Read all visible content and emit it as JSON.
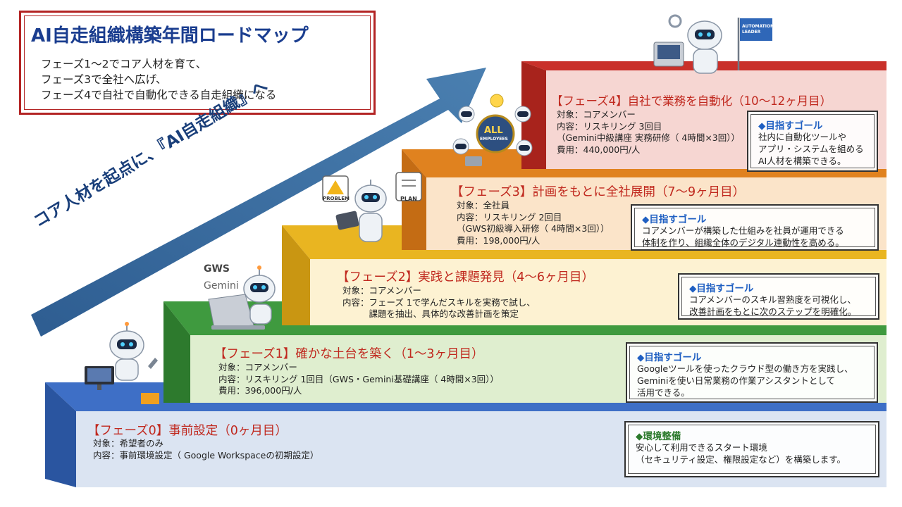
{
  "title": {
    "main": "AI自走組織構築年間ロードマップ",
    "sub": [
      "フェーズ1〜2でコア人材を育て、",
      "フェーズ3で全社へ広げ、",
      "フェーズ4で自社で自動化できる自走組織になる"
    ]
  },
  "arrow_label": "コア人材を起点に、『AI自走組織』へ",
  "phases": [
    {
      "title": "【フェーズ0】事前設定（0ヶ月目）",
      "lines": [
        "対象：希望者のみ",
        "内容：事前環境設定（ Google Workspaceの初期設定）"
      ],
      "goal_head": "◆環境整備",
      "goal_lines": [
        "安心して利用できるスタート環境",
        "（セキュリティ設定、権限設定など）を構築します。"
      ]
    },
    {
      "title": "【フェーズ1】確かな土台を築く（1〜3ヶ月目）",
      "lines": [
        "対象：コアメンバー",
        "内容：リスキリング 1回目（GWS・Gemini基礎講座（ 4時間×3回））",
        "費用：396,000円/人"
      ],
      "goal_head": "◆目指すゴール",
      "goal_lines": [
        "Googleツールを使ったクラウド型の働き方を実践し、",
        "Geminiを使い日常業務の作業アシスタントとして",
        "活用できる。"
      ]
    },
    {
      "title": "【フェーズ2】実践と課題発見（4〜6ヶ月目）",
      "lines": [
        "対象：コアメンバー",
        "内容：フェーズ 1で学んだスキルを実務で試し、",
        "　　　課題を抽出、具体的な改善計画を策定"
      ],
      "goal_head": "◆目指すゴール",
      "goal_lines": [
        "コアメンバーのスキル習熟度を可視化し、",
        "改善計画をもとに次のステップを明確化。"
      ]
    },
    {
      "title": "【フェーズ3】計画をもとに全社展開（7〜9ヶ月目）",
      "lines": [
        "対象：全社員",
        "内容：リスキリング 2回目",
        "（GWS初級導入研修（ 4時間×3回））",
        "費用：198,000円/人"
      ],
      "goal_head": "◆目指すゴール",
      "goal_lines": [
        "コアメンバーが構築した仕組みを社員が運用できる",
        "体制を作り、組織全体のデジタル連動性を高める。"
      ]
    },
    {
      "title": "【フェーズ4】自社で業務を自動化（10〜12ヶ月目）",
      "lines": [
        "対象：コアメンバー",
        "内容：リスキリング 3回目",
        "（Gemini中級講座 実務研修（ 4時間×3回））",
        "費用：440,000円/人"
      ],
      "goal_head": "◆目指すゴール",
      "goal_lines": [
        "社内に自動化ツールや",
        "アプリ・システムを組める",
        "AI人材を構築できる。"
      ]
    }
  ],
  "illustration_labels": {
    "gws": "GWS",
    "gemini": "Gemini",
    "problem": "PROBLEM",
    "plan": "PLAN",
    "all": "ALL",
    "employees": "EMPLOYEES",
    "flag": [
      "AUTOMATION",
      "LEADER"
    ]
  },
  "colors": {
    "step0": "#3e6fc6",
    "step1": "#3f9a3f",
    "step2": "#e8b41c",
    "step3": "#ec8a22",
    "step4": "#d93a30",
    "arrow": "#3b6a9c",
    "title_blue": "#1a3d8f",
    "phase_red": "#c0281e",
    "goal_blue": "#1f5fc2",
    "goal_green": "#2c7a2c"
  }
}
